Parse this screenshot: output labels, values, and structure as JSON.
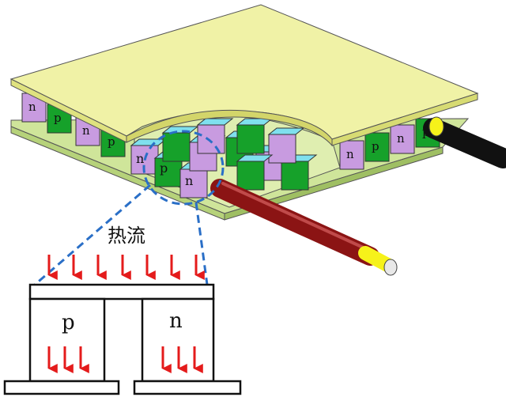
{
  "module": {
    "top_plate_color": "#f0f2a6",
    "bottom_plate_color": "#cfe59a",
    "p_color": "#16a12a",
    "n_color": "#c89be0",
    "conductor_color": "#7fe0ee",
    "row_labels": [
      "n",
      "p",
      "n",
      "p",
      "n",
      "p",
      "n",
      "p"
    ]
  },
  "cutaway": {
    "labels": [
      "n",
      "p",
      "n"
    ]
  },
  "wires": {
    "black_color": "#111111",
    "red_color": "#8b1414",
    "tip_color": "#f6f21a"
  },
  "inset": {
    "heat_flow_label": "热流",
    "p_label": "p",
    "n_label": "n",
    "arrow_color": "#e41b1b",
    "guide_color": "#2a6fc7",
    "top_arrow_count": 7,
    "bottom_arrow_count_per_leg": 3
  }
}
